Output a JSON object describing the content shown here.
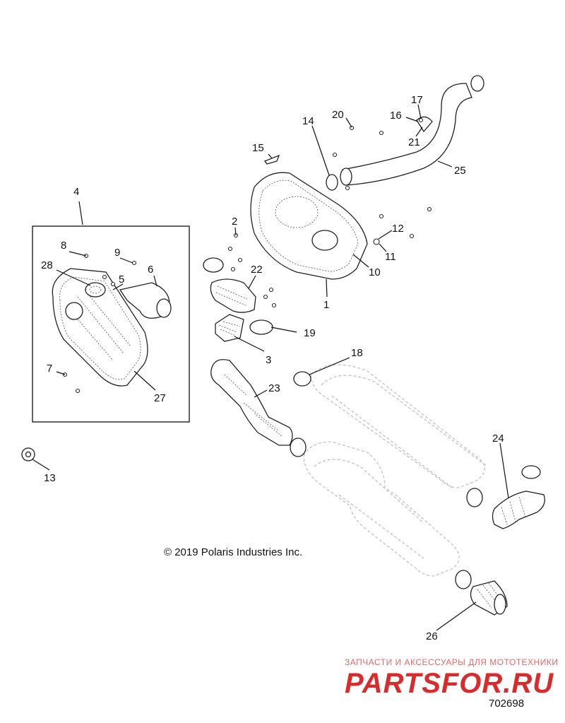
{
  "diagram": {
    "copyright": "© 2019 Polaris Industries Inc.",
    "drawing_number": "702698",
    "watermark": {
      "tagline": "ЗАПЧАСТИ И АКСЕССУАРЫ ДЛЯ МОТОТЕХНИКИ",
      "brand": "PARTSFOR.RU"
    },
    "callouts": [
      "1",
      "2",
      "3",
      "4",
      "5",
      "6",
      "7",
      "8",
      "9",
      "10",
      "11",
      "12",
      "13",
      "14",
      "15",
      "16",
      "17",
      "18",
      "19",
      "20",
      "21",
      "22",
      "23",
      "24",
      "25",
      "26",
      "27",
      "28"
    ]
  }
}
